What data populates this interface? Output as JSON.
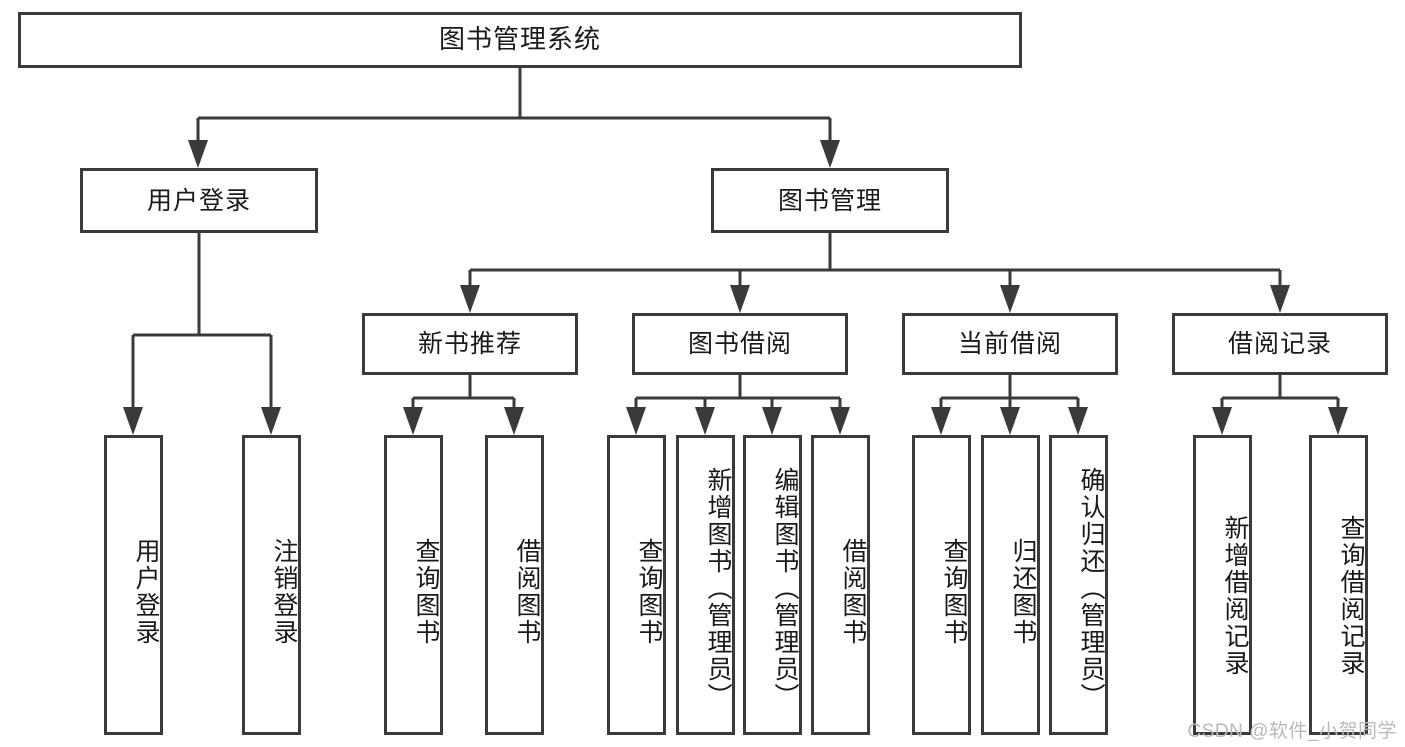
{
  "diagram": {
    "type": "tree-hierarchy-chart",
    "title": "图书管理系统",
    "orientation": "top-down",
    "colors": {
      "box_border": "#3a3a3a",
      "box_fill": "#ffffff",
      "connector": "#3a3a3a",
      "text": "#1a1a1a",
      "watermark": "#b9b9b9",
      "background": "#ffffff"
    }
  },
  "nodes": {
    "root": {
      "label": "图书管理系统"
    },
    "level2": [
      {
        "id": "user-login",
        "label": "用户登录"
      },
      {
        "id": "book-management",
        "label": "图书管理"
      }
    ],
    "level3": [
      {
        "id": "new-book-recommend",
        "label": "新书推荐"
      },
      {
        "id": "book-borrow",
        "label": "图书借阅"
      },
      {
        "id": "current-borrow",
        "label": "当前借阅"
      },
      {
        "id": "borrow-record",
        "label": "借阅记录"
      }
    ],
    "leaves": {
      "user-login": [
        {
          "id": "leaf-user-login",
          "label": "用户登录"
        },
        {
          "id": "leaf-user-logout",
          "label": "注销登录"
        }
      ],
      "new-book-recommend": [
        {
          "id": "leaf-query-book-1",
          "label": "查询图书"
        },
        {
          "id": "leaf-borrow-book-1",
          "label": "借阅图书"
        }
      ],
      "book-borrow": [
        {
          "id": "leaf-query-book-2",
          "label": "查询图书"
        },
        {
          "id": "leaf-add-book",
          "label": "新增图书（管理员）"
        },
        {
          "id": "leaf-edit-book",
          "label": "编辑图书（管理员）"
        },
        {
          "id": "leaf-borrow-book-2",
          "label": "借阅图书"
        }
      ],
      "current-borrow": [
        {
          "id": "leaf-query-book-3",
          "label": "查询图书"
        },
        {
          "id": "leaf-return-book",
          "label": "归还图书"
        },
        {
          "id": "leaf-confirm-return",
          "label": "确认归还（管理员）"
        }
      ],
      "borrow-record": [
        {
          "id": "leaf-add-record",
          "label": "新增借阅记录"
        },
        {
          "id": "leaf-query-record",
          "label": "查询借阅记录"
        }
      ]
    }
  },
  "edges": [
    {
      "from": "root",
      "to": "user-login"
    },
    {
      "from": "root",
      "to": "book-management"
    },
    {
      "from": "book-management",
      "to": "new-book-recommend"
    },
    {
      "from": "book-management",
      "to": "book-borrow"
    },
    {
      "from": "book-management",
      "to": "current-borrow"
    },
    {
      "from": "book-management",
      "to": "borrow-record"
    },
    {
      "from": "user-login",
      "to": "leaf-user-login"
    },
    {
      "from": "user-login",
      "to": "leaf-user-logout"
    },
    {
      "from": "new-book-recommend",
      "to": "leaf-query-book-1"
    },
    {
      "from": "new-book-recommend",
      "to": "leaf-borrow-book-1"
    },
    {
      "from": "book-borrow",
      "to": "leaf-query-book-2"
    },
    {
      "from": "book-borrow",
      "to": "leaf-add-book"
    },
    {
      "from": "book-borrow",
      "to": "leaf-edit-book"
    },
    {
      "from": "book-borrow",
      "to": "leaf-borrow-book-2"
    },
    {
      "from": "current-borrow",
      "to": "leaf-query-book-3"
    },
    {
      "from": "current-borrow",
      "to": "leaf-return-book"
    },
    {
      "from": "current-borrow",
      "to": "leaf-confirm-return"
    },
    {
      "from": "borrow-record",
      "to": "leaf-add-record"
    },
    {
      "from": "borrow-record",
      "to": "leaf-query-record"
    }
  ],
  "watermark": {
    "text": "CSDN @软件_小贺同学"
  }
}
